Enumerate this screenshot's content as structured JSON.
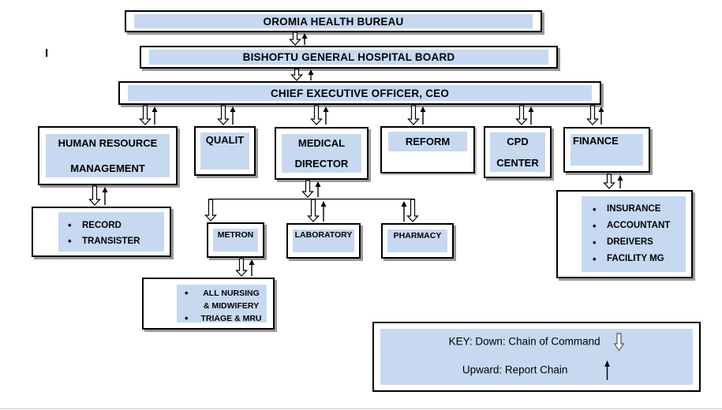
{
  "title": "Hospital organizational chart",
  "stray_mark": "I",
  "nodes": {
    "oromia": {
      "label": "OROMIA HEALTH BUREAU"
    },
    "bishoftu": {
      "label": "BISHOFTU GENERAL HOSPITAL BOARD"
    },
    "ceo": {
      "label": "CHIEF EXECUTIVE OFFICER, CEO"
    },
    "hr": {
      "line1": "HUMAN RESOURCE",
      "line2": "MANAGEMENT"
    },
    "qualit": {
      "label": "QUALIT"
    },
    "medical": {
      "line1": "MEDICAL",
      "line2": "DIRECTOR"
    },
    "reform": {
      "label": "REFORM"
    },
    "cpd": {
      "line1": "CPD",
      "line2": "CENTER"
    },
    "finance": {
      "label": "FINANCE"
    },
    "hr_sub": {
      "items": [
        "RECORD",
        "TRANSISTER"
      ]
    },
    "metron": {
      "label": "METRON"
    },
    "laboratory": {
      "label": "LABORATORY"
    },
    "pharmacy": {
      "label": "PHARMACY"
    },
    "finance_sub": {
      "items": [
        "INSURANCE",
        "ACCOUNTANT",
        "DREIVERS",
        "FACILITY MG"
      ]
    },
    "metron_sub": {
      "items": [
        "ALL NURSING & MIDWIFERY",
        "TRIAGE & MRU"
      ]
    }
  },
  "key": {
    "line1": "KEY: Down: Chain of Command",
    "line2": "Upward: Report Chain",
    "down_icon": "hollow-down-arrow",
    "up_icon": "thin-up-arrow"
  },
  "colors": {
    "box_fill": "#c6d9f1",
    "border": "#000000",
    "shadow": "#9a9a9a",
    "background": "#ffffff"
  }
}
